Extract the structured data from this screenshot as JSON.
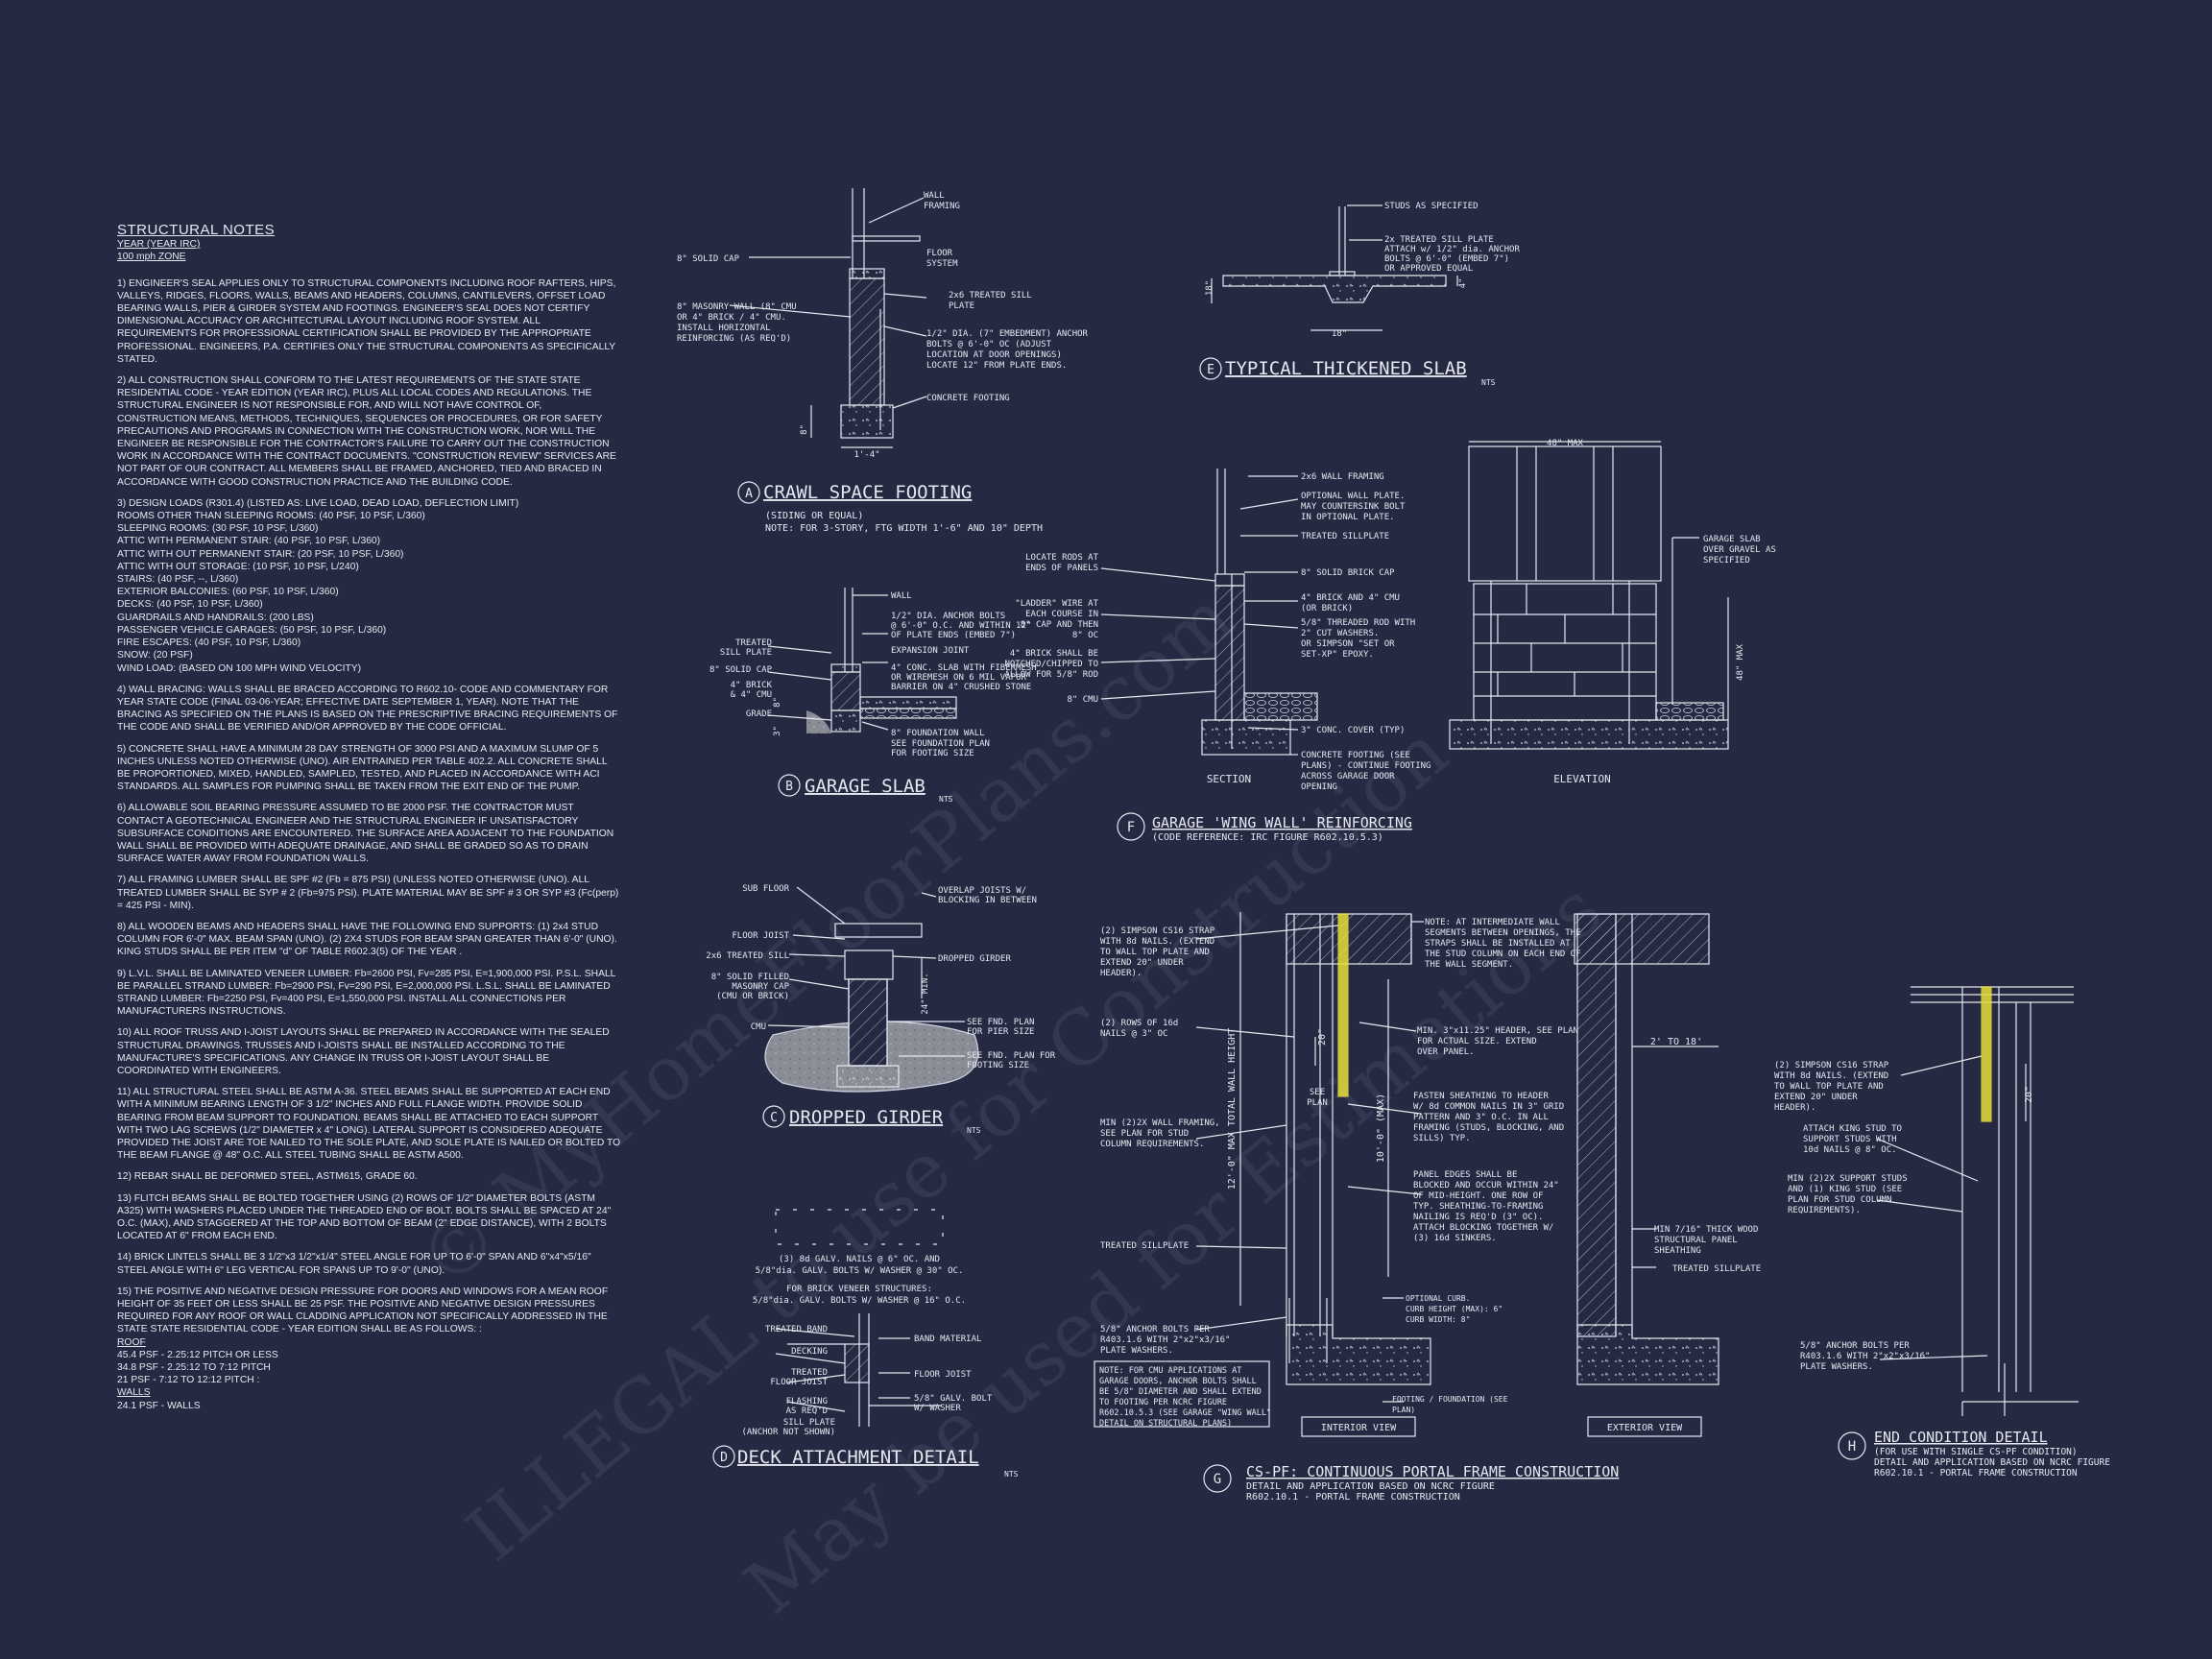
{
  "notes": {
    "title": "STRUCTURAL NOTES",
    "year_line": "YEAR (YEAR IRC)",
    "wind_zone": "100 mph ZONE",
    "paragraphs": [
      "1) ENGINEER'S SEAL APPLIES ONLY TO STRUCTURAL COMPONENTS INCLUDING ROOF RAFTERS, HIPS, VALLEYS, RIDGES, FLOORS, WALLS, BEAMS AND HEADERS, COLUMNS, CANTILEVERS, OFFSET LOAD BEARING WALLS, PIER & GIRDER SYSTEM AND FOOTINGS. ENGINEER'S SEAL DOES NOT CERTIFY DIMENSIONAL ACCURACY OR ARCHITECTURAL LAYOUT INCLUDING ROOF SYSTEM. ALL REQUIREMENTS FOR PROFESSIONAL CERTIFICATION SHALL BE PROVIDED BY THE APPROPRIATE PROFESSIONAL. ENGINEERS, P.A. CERTIFIES ONLY THE STRUCTURAL COMPONENTS AS SPECIFICALLY STATED.",
      "2) ALL CONSTRUCTION SHALL CONFORM TO THE LATEST REQUIREMENTS OF THE STATE STATE RESIDENTIAL CODE - YEAR EDITION (YEAR IRC), PLUS ALL LOCAL CODES AND REGULATIONS. THE STRUCTURAL ENGINEER IS NOT RESPONSIBLE FOR, AND WILL NOT HAVE CONTROL OF, CONSTRUCTION MEANS, METHODS, TECHNIQUES, SEQUENCES OR PROCEDURES, OR FOR SAFETY PRECAUTIONS AND PROGRAMS IN CONNECTION WITH THE CONSTRUCTION WORK, NOR WILL THE ENGINEER BE RESPONSIBLE FOR THE CONTRACTOR'S FAILURE TO CARRY OUT THE CONSTRUCTION WORK IN ACCORDANCE WITH THE CONTRACT DOCUMENTS. \"CONSTRUCTION REVIEW\" SERVICES ARE NOT PART OF OUR CONTRACT. ALL MEMBERS SHALL BE FRAMED, ANCHORED, TIED AND BRACED IN ACCORDANCE WITH GOOD CONSTRUCTION PRACTICE AND THE BUILDING CODE."
    ],
    "design_loads": [
      "3) DESIGN LOADS (R301.4) (LISTED AS: LIVE LOAD, DEAD LOAD, DEFLECTION LIMIT)",
      "ROOMS OTHER THAN SLEEPING ROOMS: (40 PSF, 10 PSF, L/360)",
      "SLEEPING ROOMS: (30 PSF, 10 PSF, L/360)",
      "ATTIC WITH PERMANENT STAIR: (40 PSF, 10 PSF, L/360)",
      "ATTIC WITH OUT PERMANENT STAIR: (20 PSF, 10 PSF, L/360)",
      "ATTIC WITH OUT STORAGE: (10 PSF, 10 PSF, L/240)",
      "STAIRS: (40 PSF, --, L/360)",
      "EXTERIOR BALCONIES: (60 PSF, 10 PSF, L/360)",
      "DECKS: (40 PSF, 10 PSF, L/360)",
      "GUARDRAILS AND HANDRAILS: (200 LBS)",
      "PASSENGER VEHICLE GARAGES: (50 PSF, 10 PSF, L/360)",
      "FIRE ESCAPES: (40 PSF, 10 PSF, L/360)",
      "SNOW: (20 PSF)",
      "WIND LOAD: (BASED ON 100 MPH WIND VELOCITY)"
    ],
    "paragraphs2": [
      "4) WALL BRACING: WALLS SHALL BE BRACED ACCORDING TO R602.10- CODE AND COMMENTARY FOR YEAR STATE CODE (FINAL 03-06-YEAR; EFFECTIVE DATE SEPTEMBER 1, YEAR). NOTE THAT THE BRACING AS SPECIFIED ON THE PLANS IS BASED ON THE PRESCRIPTIVE BRACING REQUIREMENTS OF THE CODE AND SHALL BE VERIFIED AND/OR APPROVED BY THE CODE OFFICIAL.",
      "5) CONCRETE SHALL HAVE A MINIMUM 28 DAY STRENGTH OF 3000 PSI AND A MAXIMUM SLUMP OF 5 INCHES UNLESS NOTED OTHERWISE (UNO). AIR ENTRAINED PER TABLE 402.2. ALL CONCRETE SHALL BE PROPORTIONED, MIXED, HANDLED, SAMPLED, TESTED, AND PLACED IN ACCORDANCE WITH ACI STANDARDS. ALL SAMPLES FOR PUMPING SHALL BE TAKEN FROM THE EXIT END OF THE PUMP.",
      "6) ALLOWABLE SOIL BEARING PRESSURE ASSUMED TO BE 2000 PSF. THE CONTRACTOR MUST CONTACT A GEOTECHNICAL ENGINEER AND THE STRUCTURAL ENGINEER IF UNSATISFACTORY SUBSURFACE CONDITIONS ARE ENCOUNTERED. THE SURFACE AREA ADJACENT TO THE FOUNDATION WALL SHALL BE PROVIDED WITH ADEQUATE DRAINAGE, AND SHALL BE GRADED SO AS TO DRAIN SURFACE WATER AWAY FROM FOUNDATION WALLS.",
      "7) ALL FRAMING LUMBER SHALL BE SPF #2 (Fb = 875 PSI) (UNLESS NOTED OTHERWISE (UNO). ALL TREATED LUMBER SHALL BE SYP # 2 (Fb=975 PSI). PLATE MATERIAL MAY BE SPF # 3 OR SYP #3 (Fc(perp) = 425 PSI - MIN).",
      "8) ALL WOODEN BEAMS AND HEADERS SHALL HAVE THE FOLLOWING END SUPPORTS: (1) 2x4 STUD COLUMN FOR 6'-0\" MAX. BEAM SPAN (UNO). (2) 2X4 STUDS FOR BEAM SPAN GREATER THAN 6'-0\" (UNO). KING STUDS SHALL BE PER ITEM \"d\" OF TABLE R602.3(5) OF THE YEAR .",
      "9) L.V.L. SHALL BE LAMINATED VENEER LUMBER: Fb=2600 PSI, Fv=285 PSI, E=1,900,000 PSI. P.S.L. SHALL BE PARALLEL STRAND LUMBER: Fb=2900 PSI, Fv=290 PSI, E=2,000,000 PSI. L.S.L. SHALL BE LAMINATED STRAND LUMBER: Fb=2250 PSI, Fv=400 PSI, E=1,550,000 PSI. INSTALL ALL CONNECTIONS PER MANUFACTURERS INSTRUCTIONS.",
      "10) ALL ROOF TRUSS AND I-JOIST LAYOUTS SHALL BE PREPARED IN ACCORDANCE WITH THE SEALED STRUCTURAL DRAWINGS. TRUSSES AND I-JOISTS SHALL BE INSTALLED ACCORDING TO THE MANUFACTURE'S SPECIFICATIONS. ANY CHANGE IN TRUSS OR I-JOIST LAYOUT SHALL BE COORDINATED WITH ENGINEERS.",
      "11) ALL STRUCTURAL STEEL SHALL BE ASTM A-36. STEEL BEAMS SHALL BE SUPPORTED AT EACH END WITH A MINIMUM BEARING LENGTH OF 3 1/2\" INCHES AND FULL FLANGE WIDTH. PROVIDE SOLID BEARING FROM BEAM SUPPORT TO FOUNDATION. BEAMS SHALL BE ATTACHED TO EACH SUPPORT WITH TWO LAG SCREWS (1/2\" DIAMETER x 4\" LONG). LATERAL SUPPORT IS CONSIDERED ADEQUATE PROVIDED THE JOIST ARE TOE NAILED TO THE SOLE PLATE, AND SOLE PLATE IS NAILED OR BOLTED TO THE BEAM FLANGE @ 48\" O.C. ALL STEEL TUBING SHALL BE ASTM A500.",
      "12) REBAR SHALL BE DEFORMED STEEL, ASTM615, GRADE 60.",
      "13) FLITCH BEAMS SHALL BE BOLTED TOGETHER USING (2) ROWS OF 1/2\" DIAMETER BOLTS (ASTM A325) WITH WASHERS PLACED UNDER THE THREADED END OF BOLT. BOLTS SHALL BE SPACED AT 24\" O.C. (MAX), AND STAGGERED AT THE TOP AND BOTTOM OF BEAM (2\" EDGE DISTANCE), WITH 2 BOLTS LOCATED AT 6\" FROM EACH END.",
      "14) BRICK LINTELS SHALL BE 3 1/2\"x3 1/2\"x1/4\" STEEL ANGLE FOR UP TO 6'-0\" SPAN AND 6\"x4\"x5/16\" STEEL ANGLE WITH 6\" LEG VERTICAL FOR SPANS UP TO 9'-0\" (UNO).",
      "15) THE POSITIVE AND NEGATIVE DESIGN PRESSURE FOR DOORS AND WINDOWS FOR A MEAN ROOF HEIGHT OF 35 FEET OR LESS SHALL BE 25 PSF. THE POSITIVE AND NEGATIVE DESIGN PRESSURES REQUIRED FOR ANY ROOF OR WALL CLADDING APPLICATION NOT SPECIFICALLY ADDRESSED IN THE STATE STATE RESIDENTIAL CODE - YEAR EDITION SHALL BE AS FOLLOWS: :"
    ],
    "roof_head": "ROOF",
    "roof_lines": [
      "45.4 PSF - 2.25:12 PITCH OR LESS",
      "34.8 PSF - 2.25:12 TO 7:12 PITCH",
      "21 PSF - 7:12 TO 12:12 PITCH :"
    ],
    "walls_head": "WALLS",
    "walls_lines": [
      "24.1 PSF - WALLS"
    ]
  },
  "watermark": {
    "line1": "© MyHomeFloorPlans.com",
    "line2": "ILLEGAL to use for Construction",
    "line3": "May be used for Estimations"
  },
  "details": {
    "A": {
      "letter": "A",
      "title": "CRAWL SPACE FOOTING",
      "sub1": "(SIDING OR EQUAL)",
      "sub2": "NOTE: FOR 3-STORY, FTG WIDTH 1'-6\" AND 10\" DEPTH",
      "labels": [
        "WALL",
        "FRAMING",
        "8\" SOLID CAP",
        "FLOOR",
        "SYSTEM",
        "2x6 TREATED SILL",
        "PLATE",
        "8\" MASONRY WALL (8\" CMU",
        "OR 4\" BRICK / 4\" CMU.",
        "INSTALL HORIZONTAL",
        "REINFORCING (AS REQ'D)",
        "1/2\" DIA. (7\" EMBEDMENT) ANCHOR",
        "BOLTS @ 6'-0\" OC (ADJUST",
        "LOCATION AT DOOR OPENINGS)",
        "LOCATE 12\" FROM PLATE ENDS.",
        "CONCRETE FOOTING",
        "8\"",
        "1'-4\""
      ]
    },
    "B": {
      "letter": "B",
      "title": "GARAGE SLAB",
      "nts": "NTS",
      "labels": [
        "WALL",
        "1/2\" DIA. ANCHOR BOLTS",
        "@ 6'-0\" O.C. AND WITHIN 12\"",
        "OF PLATE ENDS (EMBED 7\")",
        "TREATED",
        "SILL PLATE",
        "EXPANSION JOINT",
        "8\" SOLID CAP",
        "4\" CONC. SLAB WITH FIBERMESH",
        "OR WIREMESH ON 6 MIL VAPOR",
        "BARRIER ON 4\" CRUSHED STONE",
        "4\" BRICK",
        "& 4\" CMU",
        "GRADE",
        "8\" FOUNDATION WALL",
        "SEE FOUNDATION PLAN",
        "FOR FOOTING SIZE",
        "8\"",
        "3\""
      ]
    },
    "C": {
      "letter": "C",
      "title": "DROPPED GIRDER",
      "nts": "NTS",
      "labels": [
        "SUB FLOOR",
        "OVERLAP JOISTS W/",
        "BLOCKING IN BETWEEN",
        "FLOOR JOIST",
        "2x6 TREATED SILL",
        "DROPPED GIRDER",
        "8\" SOLID FILLED",
        "MASONRY CAP",
        "(CMU OR BRICK)",
        "CMU",
        "SEE FND. PLAN",
        "FOR PIER SIZE",
        "SEE FND. PLAN FOR",
        "FOOTING SIZE",
        "24\" MIN."
      ]
    },
    "D": {
      "letter": "D",
      "title": "DECK ATTACHMENT DETAIL",
      "nts": "NTS",
      "labels": [
        "(3) 8d GALV. NAILS @ 6\" OC. AND",
        "5/8\"dia. GALV. BOLTS W/ WASHER @ 30\" OC.",
        "FOR BRICK VENEER STRUCTURES:",
        "5/8\"dia. GALV. BOLTS W/ WASHER @ 16\" O.C.",
        "TREATED BAND",
        "BAND MATERIAL",
        "DECKING",
        "TREATED",
        "FLOOR JOIST",
        "FLOOR JOIST",
        "FLASHING",
        "AS REQ'D",
        "5/8\" GALV. BOLT",
        "W/ WASHER",
        "SILL PLATE",
        "(ANCHOR NOT SHOWN)"
      ]
    },
    "E": {
      "letter": "E",
      "title": "TYPICAL THICKENED SLAB",
      "nts": "NTS",
      "labels": [
        "STUDS AS SPECIFIED",
        "2x TREATED SILL PLATE",
        "ATTACH w/ 1/2\" dia. ANCHOR",
        "BOLTS @ 6'-0\" (EMBED 7\")",
        "OR APPROVED EQUAL",
        "18\"",
        "18\"",
        "4\""
      ]
    },
    "F": {
      "letter": "F",
      "title": "GARAGE 'WING WALL' REINFORCING",
      "sub1": "(CODE REFERENCE: IRC FIGURE R602.10.5.3)",
      "labels": [
        "2x6 WALL FRAMING",
        "OPTIONAL WALL PLATE.",
        "MAY COUNTERSINK BOLT",
        "IN OPTIONAL PLATE.",
        "TREATED SILLPLATE",
        "LOCATE RODS AT",
        "ENDS OF PANELS",
        "8\" SOLID BRICK CAP",
        "\"LADDER\" WIRE AT",
        "EACH COURSE IN",
        "8\" CAP AND THEN",
        "8\" OC",
        "4\" BRICK AND 4\" CMU",
        "(OR BRICK)",
        "5/8\" THREADED ROD WITH",
        "2\" CUT WASHERS.",
        "OR SIMPSON \"SET OR",
        "SET-XP\" EPOXY.",
        "4\" BRICK SHALL BE",
        "NOTCHED/CHIPPED TO",
        "ALLOW FOR 5/8\" ROD",
        "8\" CMU",
        "3\" CONC. COVER (TYP)",
        "CONCRETE FOOTING (SEE",
        "PLANS) - CONTINUE FOOTING",
        "ACROSS GARAGE DOOR",
        "OPENING",
        "SECTION",
        "ELEVATION",
        "48\" MAX",
        "48\" MAX",
        "GARAGE SLAB",
        "OVER GRAVEL AS",
        "SPECIFIED"
      ]
    },
    "G": {
      "letter": "G",
      "title": "CS-PF: CONTINUOUS PORTAL FRAME CONSTRUCTION",
      "sub1": "DETAIL AND APPLICATION BASED ON NCRC FIGURE",
      "sub2": "R602.10.1 - PORTAL FRAME CONSTRUCTION",
      "labels": [
        "(2) SIMPSON CS16 STRAP",
        "WITH 8d NAILS. (EXTEND",
        "TO WALL TOP PLATE AND",
        "EXTEND 20\" UNDER",
        "HEADER).",
        "NOTE: AT INTERMEDIATE WALL",
        "SEGMENTS BETWEEN OPENINGS, THE",
        "STRAPS SHALL BE INSTALLED AT",
        "THE STUD COLUMN ON EACH END OF",
        "THE WALL SEGMENT.",
        "(2) ROWS OF 16d",
        "NAILS @ 3\" OC",
        "MIN. 3\"x11.25\" HEADER, SEE PLAN",
        "FOR ACTUAL SIZE. EXTEND",
        "OVER PANEL.",
        "2' TO 18'",
        "MIN (2)2X WALL FRAMING,",
        "SEE PLAN FOR STUD",
        "COLUMN REQUIREMENTS.",
        "SEE",
        "PLAN",
        "FASTEN SHEATHING TO HEADER",
        "W/ 8d COMMON NAILS IN 3\" GRID",
        "PATTERN AND 3\" O.C. IN ALL",
        "FRAMING (STUDS, BLOCKING, AND",
        "SILLS) TYP.",
        "PANEL EDGES SHALL BE",
        "BLOCKED AND OCCUR WITHIN 24\"",
        "OF MID-HEIGHT. ONE ROW OF",
        "TYP. SHEATHING-TO-FRAMING",
        "NAILING IS REQ'D (3\" OC).",
        "ATTACH BLOCKING TOGETHER W/",
        "(3) 16d SINKERS.",
        "MIN 7/16\" THICK WOOD",
        "STRUCTURAL PANEL",
        "SHEATHING",
        "TREATED SILLPLATE",
        "TREATED SILLPLATE",
        "12'-0\" MAX TOTAL WALL HEIGHT",
        "10'-0\" (MAX)",
        "20\"",
        "OPTIONAL CURB.",
        "CURB HEIGHT (MAX): 6\"",
        "CURB WIDTH: 8\"",
        "5/8\" ANCHOR BOLTS PER",
        "R403.1.6 WITH 2\"x2\"x3/16\"",
        "PLATE WASHERS.",
        "NOTE: FOR CMU APPLICATIONS AT",
        "GARAGE DOORS, ANCHOR BOLTS SHALL",
        "BE 5/8\" DIAMETER AND SHALL EXTEND",
        "TO FOOTING PER NCRC FIGURE",
        "R602.10.5.3 (SEE GARAGE \"WING WALL\"",
        "DETAIL ON STRUCTURAL PLANS)",
        "FOOTING / FOUNDATION (SEE",
        "PLAN)",
        "INTERIOR VIEW",
        "EXTERIOR VIEW"
      ]
    },
    "H": {
      "letter": "H",
      "title": "END CONDITION DETAIL",
      "sub1": "(FOR USE WITH SINGLE CS-PF CONDITION)",
      "sub2": "DETAIL AND APPLICATION BASED ON NCRC FIGURE",
      "sub3": "R602.10.1 - PORTAL FRAME CONSTRUCTION",
      "labels": [
        "(2) SIMPSON CS16 STRAP",
        "WITH 8d NAILS. (EXTEND",
        "TO WALL TOP PLATE AND",
        "EXTEND 20\" UNDER",
        "HEADER).",
        "ATTACH KING STUD TO",
        "SUPPORT STUDS WITH",
        "10d NAILS @ 8\" OC.",
        "MIN (2)2X SUPPORT STUDS",
        "AND (1) KING STUD (SEE",
        "PLAN FOR STUD COLUMN",
        "REQUIREMENTS).",
        "5/8\" ANCHOR BOLTS PER",
        "R403.1.6 WITH 2\"x2\"x3/16\"",
        "PLATE WASHERS.",
        "20\""
      ]
    }
  },
  "colors": {
    "background": "#252a42",
    "linework": "#e6e8f0",
    "highlight": "#e8e03a"
  }
}
